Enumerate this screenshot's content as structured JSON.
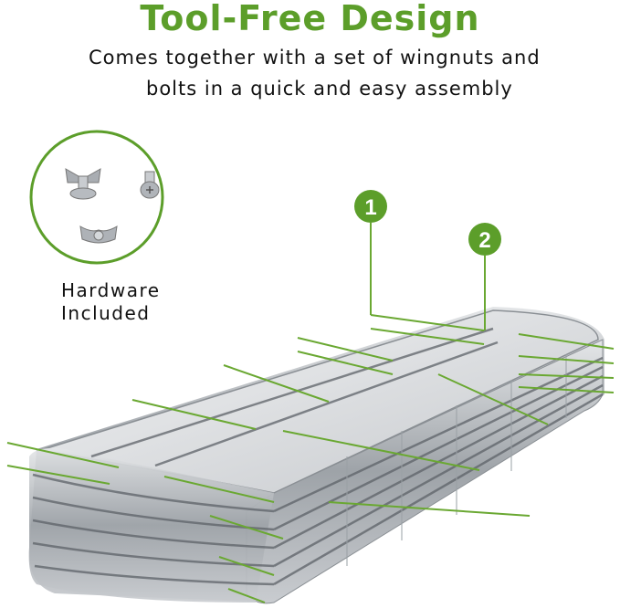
{
  "header": {
    "title": "Tool-Free Design",
    "subtitle_line1": "Comes together with a set of wingnuts and",
    "subtitle_line2": "bolts in a quick and easy assembly"
  },
  "hardware": {
    "label_line1": "Hardware",
    "label_line2": "Included",
    "icons": [
      "wing-bolt-icon",
      "screw-icon",
      "wing-nut-icon"
    ]
  },
  "callouts": [
    {
      "number": "1"
    },
    {
      "number": "2"
    }
  ],
  "colors": {
    "accent": "#5c9e2a",
    "text": "#111111",
    "metal": "#b9bdc2"
  }
}
